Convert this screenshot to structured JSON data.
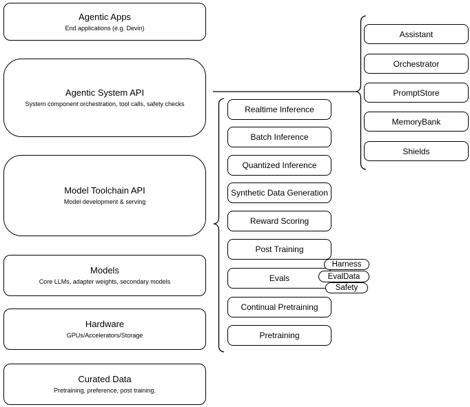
{
  "diagram": {
    "layers": [
      {
        "title": "Agentic Apps",
        "subtitle": "End applications (e.g. Devin)"
      },
      {
        "title": "Agentic System API",
        "subtitle": "System component orchestration, tool calls, safety checks"
      },
      {
        "title": "Model Toolchain API",
        "subtitle": "Model development & serving"
      },
      {
        "title": "Models",
        "subtitle": "Core LLMs, adapter weights, secondary models"
      },
      {
        "title": "Hardware",
        "subtitle": "GPUs/Accelerators/Storage"
      },
      {
        "title": "Curated Data",
        "subtitle": "Pretraining, preference, post training."
      }
    ],
    "toolchain": {
      "items": [
        "Realtime Inference",
        "Batch Inference",
        "Quantized Inference",
        "Synthetic Data Generation",
        "Reward Scoring",
        "Post Training",
        "Evals",
        "Continual Pretraining",
        "Pretraining"
      ]
    },
    "evals": {
      "tags": [
        "Harness",
        "EvalData",
        "Safety"
      ]
    },
    "system_components": {
      "items": [
        "Assistant",
        "Orchestrator",
        "PromptStore",
        "MemoryBank",
        "Shields"
      ]
    },
    "colors": {
      "stroke": "#000000",
      "fill": "#ffffff",
      "text": "#000000",
      "background": "#ffffff"
    }
  }
}
